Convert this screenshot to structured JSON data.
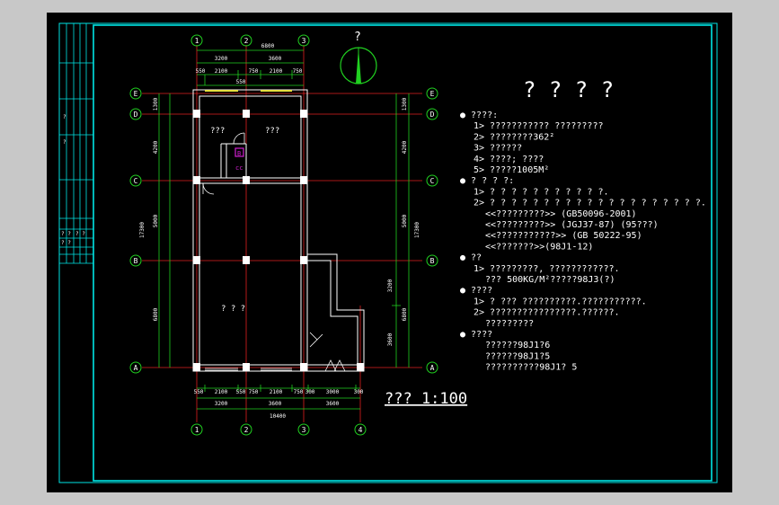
{
  "colors": {
    "background": "#c8c8c8",
    "sheet": "#000000",
    "frame": "#00e5e5",
    "wall": "#ffffff",
    "axis_line": "#e02020",
    "dimension": "#20d020",
    "column": "#ffffff",
    "text": "#ffffff",
    "window": "#e8e040",
    "fixture": "#d020d0",
    "door": "#ffffff"
  },
  "axes": {
    "horizontal": [
      "1",
      "2",
      "3",
      "4"
    ],
    "vertical": [
      "E",
      "D",
      "C",
      "B",
      "A"
    ]
  },
  "dimensions": {
    "top": {
      "total": "6800",
      "spans": [
        "3200",
        "3600"
      ],
      "segments": [
        "550",
        "2100",
        "750",
        "2100",
        "750"
      ],
      "sub": "550"
    },
    "bottom": {
      "segments": [
        "550",
        "2100",
        "550",
        "750",
        "2100",
        "750",
        "300",
        "3000",
        "300"
      ],
      "spans": [
        "3200",
        "3600",
        "3600"
      ],
      "total": "10400"
    },
    "left": {
      "spans": [
        "1300",
        "4200",
        "5000",
        "6800"
      ],
      "total": "17300"
    },
    "right": {
      "spans": [
        "1300",
        "4200",
        "5000",
        "3200",
        "6800",
        "3600"
      ],
      "total": "17300"
    }
  },
  "rooms": {
    "room_1": "???",
    "room_2": "???",
    "room_3": "? ? ?"
  },
  "fixtures": {
    "box_label": "B",
    "circle_label": "cc"
  },
  "north": {
    "label": "?"
  },
  "scale": {
    "label": "??? 1:100"
  },
  "notes": {
    "title": "? ? ? ?",
    "lines": [
      {
        "text": "● ????:",
        "indent": 0
      },
      {
        "text": "1> ???????????   ?????????",
        "indent": 1
      },
      {
        "text": "2> ????????362²",
        "indent": 1
      },
      {
        "text": "3> ??????",
        "indent": 1
      },
      {
        "text": "4> ????; ????",
        "indent": 1
      },
      {
        "text": "5> ?????1005M²",
        "indent": 1
      },
      {
        "text": "● ? ? ? ?:",
        "indent": 0
      },
      {
        "text": "1> ? ? ? ? ? ? ? ? ? ? ?.",
        "indent": 1
      },
      {
        "text": "2> ? ? ? ? ? ? ? ? ? ? ? ? ? ? ? ? ? ? ? ?.",
        "indent": 1
      },
      {
        "text": "<<?????????>>    (GB50096-2001)",
        "indent": 2
      },
      {
        "text": "<<?????????>>    (JGJ37-87)  (95???)",
        "indent": 2
      },
      {
        "text": "<<???????????>>     (GB 50222-95)",
        "indent": 2
      },
      {
        "text": "<<???????>>(98J1-12)",
        "indent": 2
      },
      {
        "text": "● ??",
        "indent": 0
      },
      {
        "text": "1> ?????????,  ????????????.",
        "indent": 1
      },
      {
        "text": "??? 500KG/M²?????98J3(?)",
        "indent": 2
      },
      {
        "text": "● ????",
        "indent": 0
      },
      {
        "text": "1> ?  ???   ??????????.???????????.",
        "indent": 1
      },
      {
        "text": "2> ????????????????.??????.",
        "indent": 1
      },
      {
        "text": "?????????",
        "indent": 2
      },
      {
        "text": "● ????",
        "indent": 0
      },
      {
        "text": "??????98J1?6",
        "indent": 2
      },
      {
        "text": "??????98J1?5",
        "indent": 2
      },
      {
        "text": "??????????98J1? 5",
        "indent": 2
      }
    ]
  },
  "title_block": {
    "cells": [
      "?",
      "?",
      "? ?",
      "? ?",
      "? ?"
    ]
  }
}
